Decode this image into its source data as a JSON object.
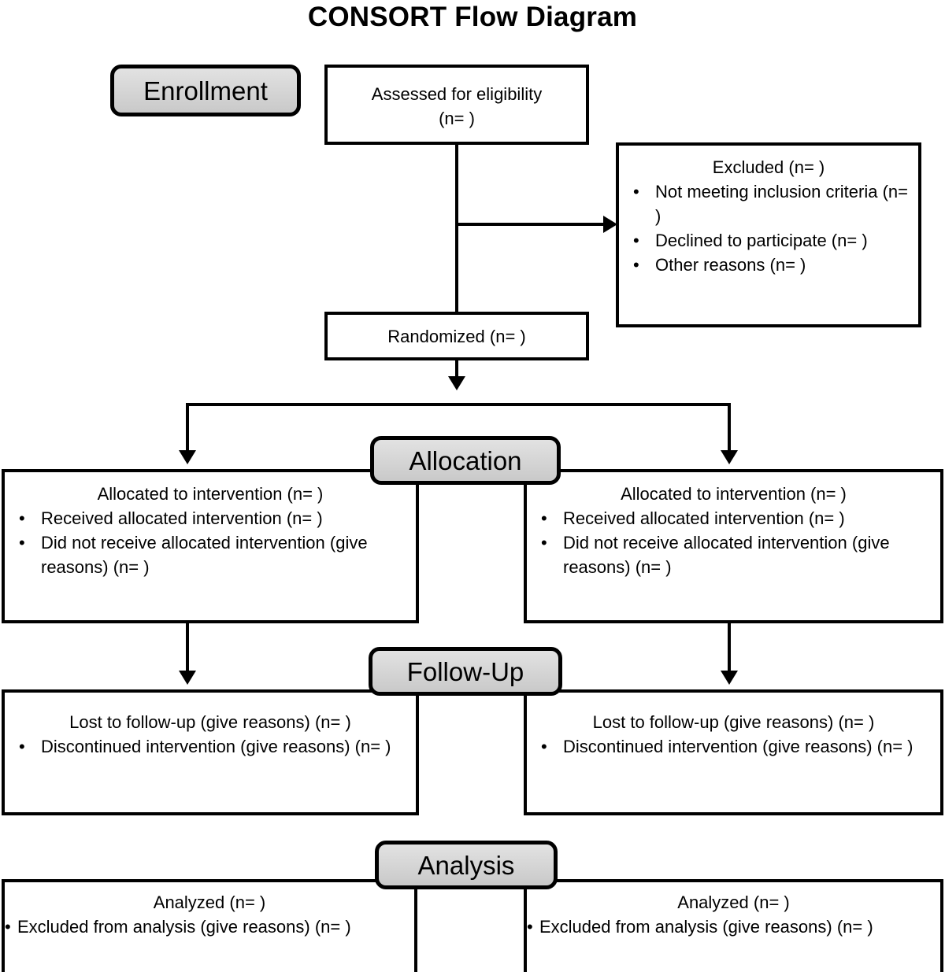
{
  "title": "CONSORT Flow Diagram",
  "badges": {
    "enrollment": "Enrollment",
    "allocation": "Allocation",
    "followup": "Follow-Up",
    "analysis": "Analysis"
  },
  "colors": {
    "badge_fill": "#d5d5d5",
    "line": "#000000",
    "box_fill": "#ffffff"
  },
  "boxes": {
    "assessed": {
      "line1": "Assessed for eligibility",
      "line2": "(n= )"
    },
    "excluded": {
      "heading": "Excluded  (n= )",
      "bullets": [
        "Not meeting inclusion criteria (n= )",
        "Declined to participate (n= )",
        "Other reasons (n= )"
      ]
    },
    "randomized": {
      "text": "Randomized (n= )"
    },
    "allocation_left": {
      "heading": "Allocated to intervention (n= )",
      "bullets": [
        "Received allocated intervention (n= )",
        "Did not receive allocated intervention (give reasons) (n= )"
      ]
    },
    "allocation_right": {
      "heading": "Allocated to intervention (n= )",
      "bullets": [
        "Received allocated intervention (n= )",
        "Did not receive allocated intervention (give reasons) (n= )"
      ]
    },
    "followup_left": {
      "heading": "Lost to follow-up (give reasons) (n= )",
      "bullets": [
        "Discontinued intervention (give reasons) (n= )"
      ]
    },
    "followup_right": {
      "heading": "Lost to follow-up (give reasons) (n= )",
      "bullets": [
        "Discontinued intervention (give reasons) (n= )"
      ]
    },
    "analysis_left": {
      "heading": "Analyzed (n= )",
      "bullets": [
        "Excluded from analysis (give reasons) (n=  )"
      ]
    },
    "analysis_right": {
      "heading": "Analyzed (n= )",
      "bullets": [
        "Excluded from analysis (give reasons) (n=  )"
      ]
    }
  }
}
